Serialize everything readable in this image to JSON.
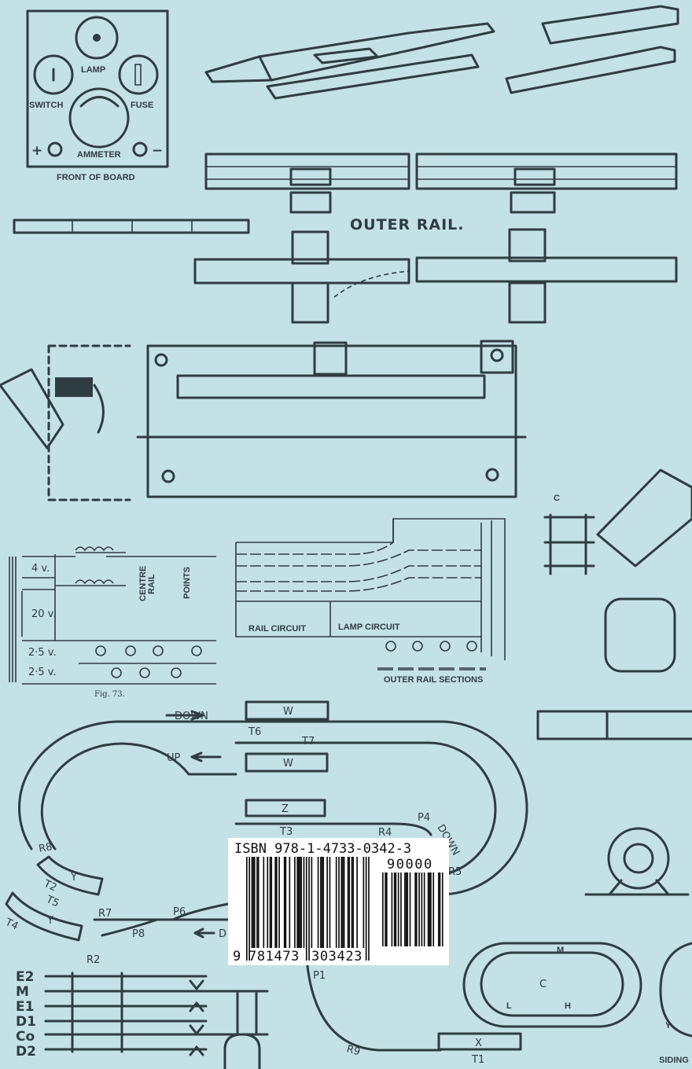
{
  "board": {
    "lamp": "LAMP",
    "switch": "SWITCH",
    "fuse": "FUSE",
    "ammeter": "AMMETER",
    "plus": "+",
    "minus": "−",
    "caption": "FRONT OF BOARD"
  },
  "outer_rail": "OUTER RAIL.",
  "circuit": {
    "v1": "4 v.",
    "v2": "20 v.",
    "v3": "2·5 v.",
    "v4": "2·5 v.",
    "centre_rail_1": "CENTRE",
    "centre_rail_2": "RAIL",
    "points": "POINTS",
    "fig": "Fig. 73."
  },
  "wiring": {
    "rail_circuit": "RAIL CIRCUIT",
    "lamp_circuit": "LAMP CIRCUIT",
    "outer_rail_sections": "OUTER RAIL SECTIONS"
  },
  "track": {
    "down_top": "DOWN",
    "w1": "W",
    "t6": "T6",
    "t7": "T7",
    "up": "UP",
    "w2": "W",
    "z": "Z",
    "t3": "T3",
    "r4": "R4",
    "p4": "P4",
    "down_right": "DOWN",
    "r5": "R5",
    "r8": "R8",
    "t2": "T2",
    "t5": "T5",
    "t4": "T4",
    "y1": "Y",
    "y2": "Y",
    "r7": "R7",
    "p6": "P6",
    "p8": "P8",
    "d": "D",
    "r2": "R2",
    "p1": "P1",
    "r9": "R9",
    "x": "X",
    "t1": "T1"
  },
  "loop": {
    "c": "C",
    "m": "M",
    "l": "L",
    "h": "H",
    "y": "Y",
    "siding": "SIDING"
  },
  "misc": {
    "c_label": "C"
  },
  "levers": [
    "E2",
    "M",
    "E1",
    "D1",
    "Co",
    "D2"
  ],
  "barcode": {
    "isbn_label": "ISBN 978-1-4733-0342-3",
    "ean": "9781473303423",
    "addon": "90000",
    "first_digit": "9",
    "left_digits": "781473",
    "right_digits": "303423"
  }
}
